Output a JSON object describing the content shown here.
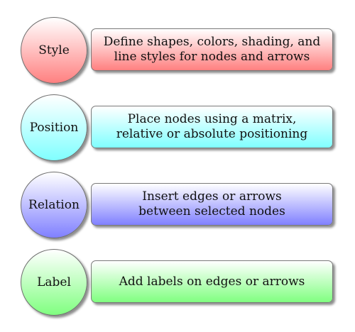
{
  "steps": [
    {
      "label": "Style",
      "description": "Define shapes, colors, shading, and\nline styles for nodes and arrows",
      "color": "#ff8080"
    },
    {
      "label": "Position",
      "description": "Place nodes using a matrix,\nrelative or absolute positioning",
      "color": "#80ffff"
    },
    {
      "label": "Relation",
      "description": "Insert edges or arrows\nbetween selected nodes",
      "color": "#8080ff"
    },
    {
      "label": "Label",
      "description": "Add labels on edges or arrows",
      "color": "#80ff80"
    }
  ]
}
